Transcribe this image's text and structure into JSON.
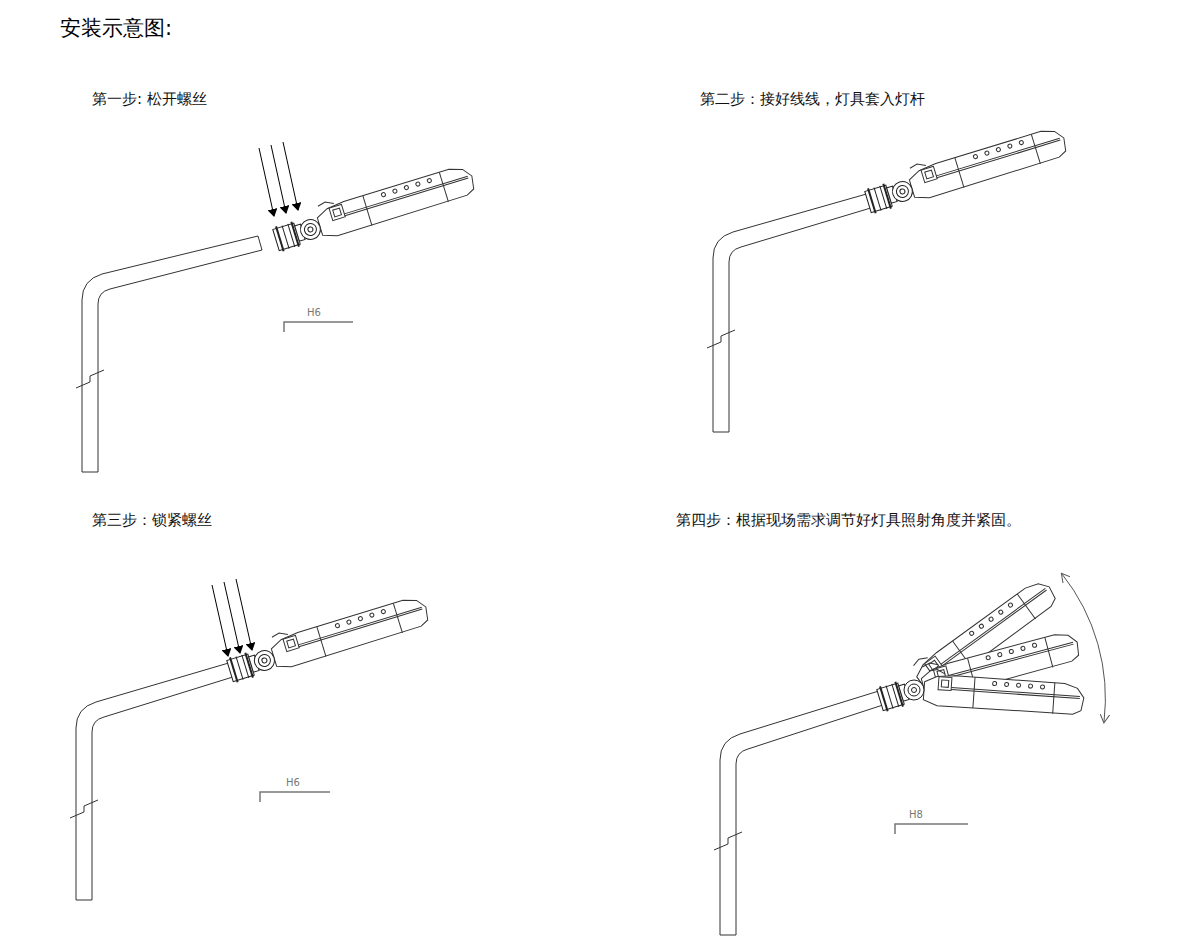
{
  "diagram": {
    "title": "安装示意图:",
    "labels": [
      "第一步: 松开螺丝",
      "第二步：接好线线，灯具套入灯杆",
      "第三步：锁紧螺丝",
      "第四步：根据现场需求调节好灯具照射角度并紧固。",
      "H6",
      "H6",
      "H8"
    ]
  }
}
